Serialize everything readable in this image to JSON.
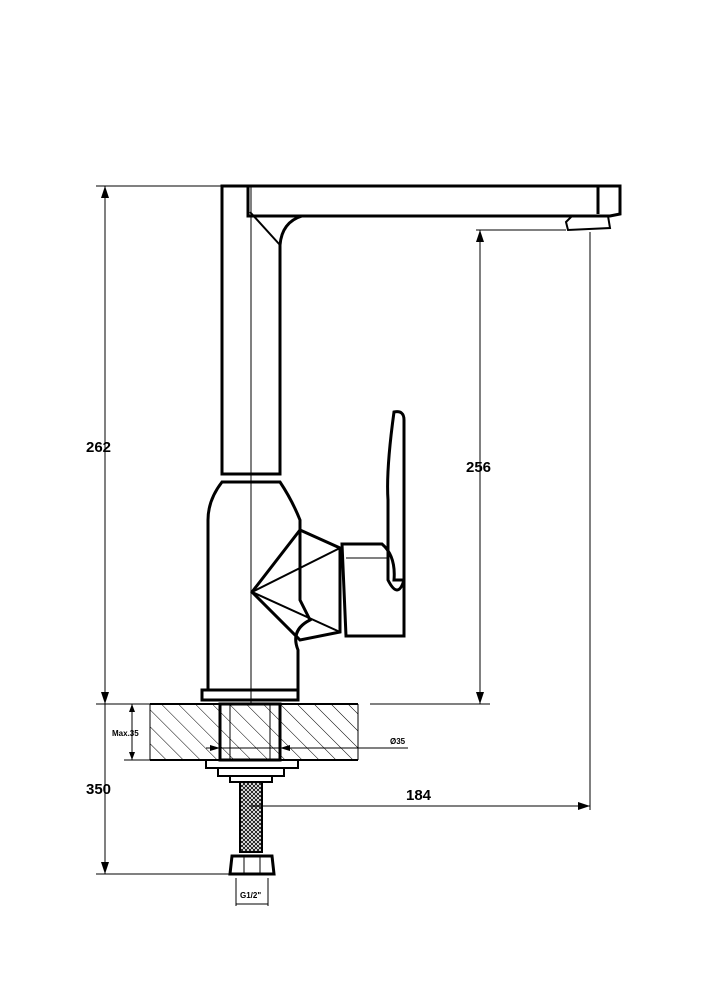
{
  "dimensions": {
    "overall_height": "262",
    "spout_height": "256",
    "below_counter": "350",
    "spout_reach": "184",
    "max_thickness": "Max.35",
    "hole_diameter": "Ø35",
    "thread": "G1/2\""
  }
}
